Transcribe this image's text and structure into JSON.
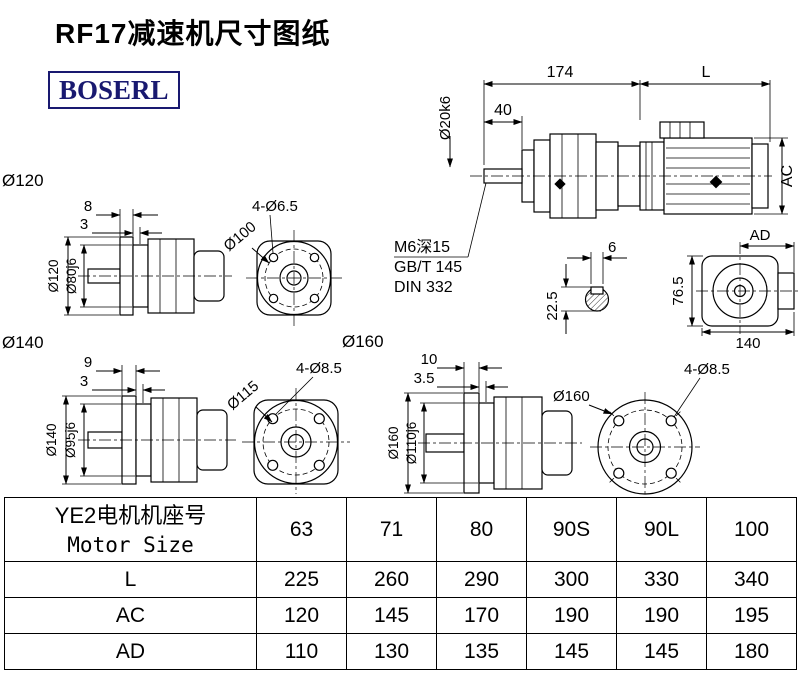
{
  "page": {
    "title": "RF17减速机尺寸图纸",
    "logo": "BOSERL"
  },
  "main_view": {
    "dim_total_length": "174",
    "dim_motor_length": "L",
    "dim_shaft_length": "40",
    "dim_shaft_dia": "Ø20k6",
    "dim_motor_height": "AC",
    "tap_note": "M6深15",
    "std_note1": "GB/T 145",
    "std_note2": "DIN 332"
  },
  "key_section": {
    "dim_key_width": "6",
    "dim_key_depth": "22.5"
  },
  "ad_view": {
    "dim_ad": "AD",
    "dim_height": "76.5",
    "dim_width": "140"
  },
  "flange_120": {
    "group_label": "Ø120",
    "dim_step1": "8",
    "dim_step2": "3",
    "dim_outer": "Ø120",
    "dim_spigot": "Ø80j6",
    "dim_holes": "4-Ø6.5",
    "dim_bolt_circle": "Ø100"
  },
  "flange_140": {
    "group_label": "Ø140",
    "dim_step1": "9",
    "dim_step2": "3",
    "dim_outer": "Ø140",
    "dim_spigot": "Ø95j6",
    "dim_holes": "4-Ø8.5",
    "dim_bolt_circle": "Ø115"
  },
  "flange_160": {
    "group_label": "Ø160",
    "dim_step1": "10",
    "dim_step2": "3.5",
    "dim_outer": "Ø160",
    "dim_spigot": "Ø110j6",
    "dim_holes": "4-Ø8.5",
    "dim_bolt_circle": "Ø160"
  },
  "table": {
    "header_cn": "YE2电机机座号",
    "header_en": "Motor Size",
    "sizes": [
      "63",
      "71",
      "80",
      "90S",
      "90L",
      "100"
    ],
    "rows": [
      {
        "label": "L",
        "values": [
          "225",
          "260",
          "290",
          "300",
          "330",
          "340"
        ]
      },
      {
        "label": "AC",
        "values": [
          "120",
          "145",
          "170",
          "190",
          "190",
          "195"
        ]
      },
      {
        "label": "AD",
        "values": [
          "110",
          "130",
          "135",
          "145",
          "145",
          "180"
        ]
      }
    ]
  }
}
